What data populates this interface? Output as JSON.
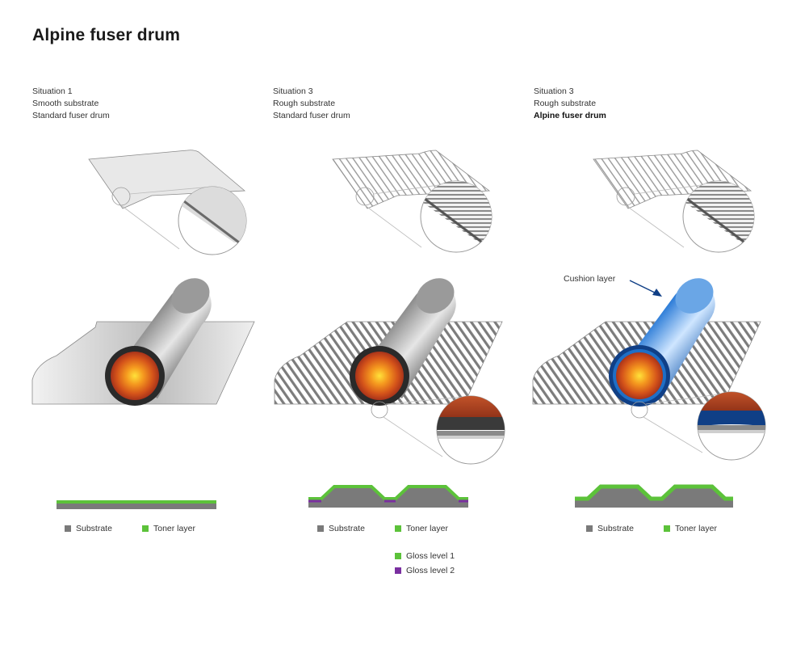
{
  "title": "Alpine fuser drum",
  "colors": {
    "substrate": "#7a7a7a",
    "toner": "#5cc23a",
    "gloss_level_1": "#5cc23a",
    "gloss_level_2": "#7a2fa0",
    "cushion": "#1f6fc6",
    "drum_core": "#f5b52a"
  },
  "panels": [
    {
      "lines": [
        "Situation 1",
        "Smooth substrate",
        "Standard fuser drum"
      ],
      "legend": [
        {
          "label": "Substrate",
          "swatch": "substrate"
        },
        {
          "label": "Toner layer",
          "swatch": "toner"
        }
      ]
    },
    {
      "lines": [
        "Situation 3",
        "Rough substrate",
        "Standard fuser drum"
      ],
      "legend": [
        {
          "label": "Substrate",
          "swatch": "substrate"
        },
        {
          "label": "Toner layer",
          "swatch": "toner"
        },
        {
          "label": "Gloss level 1",
          "swatch": "gloss_level_1"
        },
        {
          "label": "Gloss level 2",
          "swatch": "gloss_level_2"
        }
      ]
    },
    {
      "lines": [
        "Situation 3",
        "Rough substrate",
        "Alpine fuser drum"
      ],
      "legend": [
        {
          "label": "Substrate",
          "swatch": "substrate"
        },
        {
          "label": "Toner layer",
          "swatch": "toner"
        }
      ]
    }
  ],
  "callout": "Cushion layer",
  "icons": [
    "substrate-sheet-illustration",
    "magnifier-circle",
    "fuser-drum-illustration",
    "cross-section-strip"
  ]
}
